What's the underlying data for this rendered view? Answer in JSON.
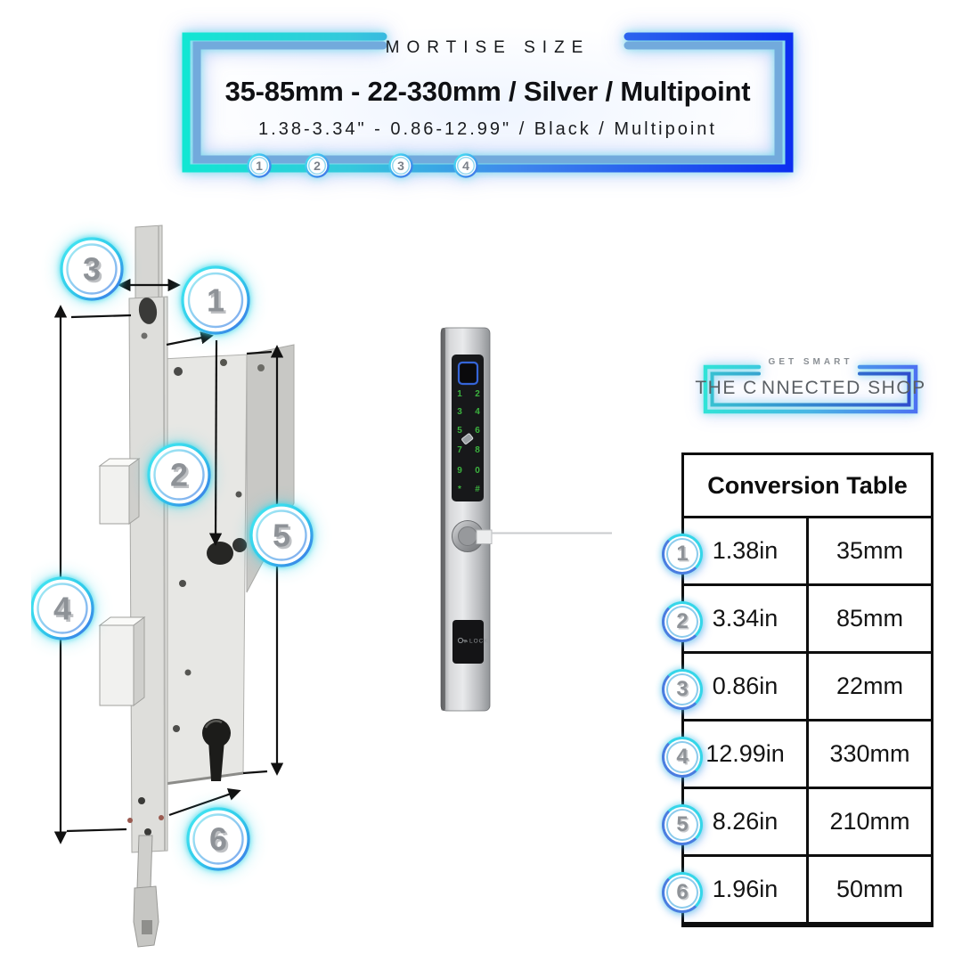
{
  "banner": {
    "eyebrow": "MORTISE SIZE",
    "title": "35-85mm - 22-330mm / Silver / Multipoint",
    "subtitle": "1.38-3.34\" - 0.86-12.99\" / Black / Multipoint",
    "markers": [
      "1",
      "2",
      "3",
      "4"
    ]
  },
  "diagram": {
    "callouts": [
      "1",
      "2",
      "3",
      "4",
      "5",
      "6"
    ]
  },
  "device": {
    "keypad": [
      "1",
      "2",
      "3",
      "4",
      "5",
      "6",
      "7",
      "8",
      "9",
      "0",
      "*",
      "#"
    ],
    "lock_label": "LOCK"
  },
  "logo": {
    "tagline": "GET SMART",
    "name_prefix": "THE C",
    "name_suffix": "NNECTED SHOP"
  },
  "conversion_table": {
    "title": "Conversion Table",
    "rows": [
      {
        "marker": "1",
        "inches": "1.38in",
        "mm": "35mm"
      },
      {
        "marker": "2",
        "inches": "3.34in",
        "mm": "85mm"
      },
      {
        "marker": "3",
        "inches": "0.86in",
        "mm": "22mm"
      },
      {
        "marker": "4",
        "inches": "12.99in",
        "mm": "330mm"
      },
      {
        "marker": "5",
        "inches": "8.26in",
        "mm": "210mm"
      },
      {
        "marker": "6",
        "inches": "1.96in",
        "mm": "50mm"
      }
    ]
  },
  "colors": {
    "neon_teal": "#0fe8d2",
    "neon_blue": "#0a2cf0",
    "inner_stroke_blue": "#72aadc",
    "ring_cyan": "#35d6e9",
    "ring_blue": "#4a7de0",
    "number_gray": "#8e9297",
    "keypad_green": "#3cb43f",
    "fingerprint_blue": "#3565d8"
  }
}
